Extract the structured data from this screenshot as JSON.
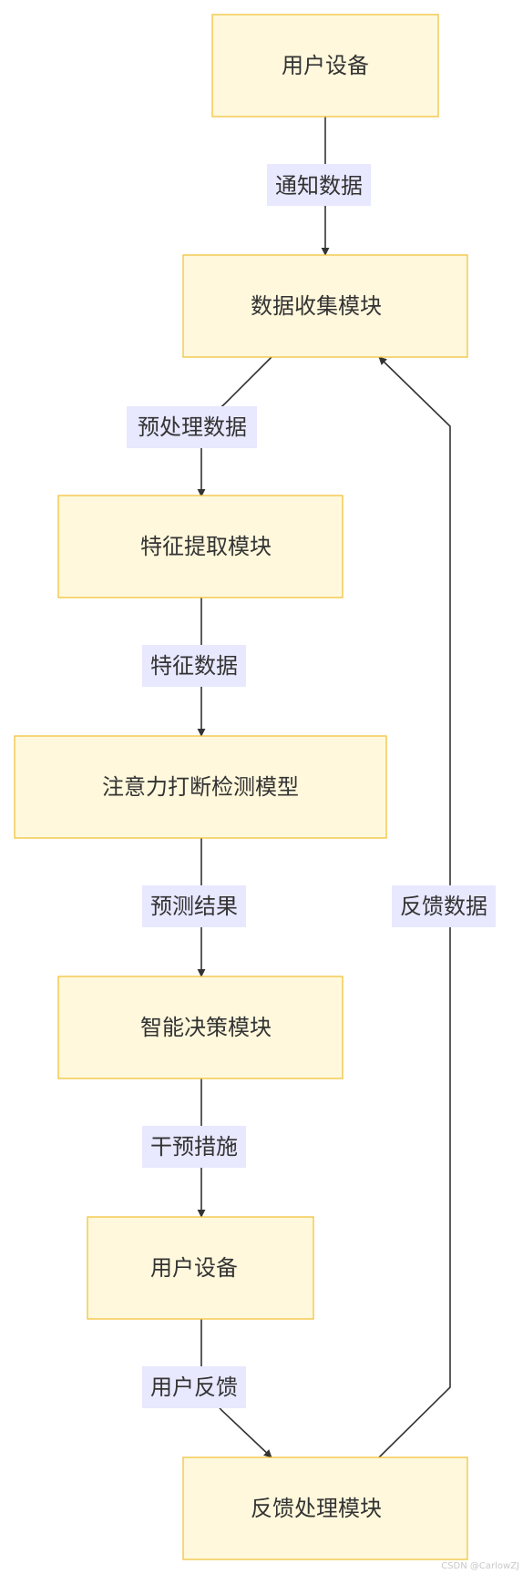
{
  "nodes": {
    "user_device_top": "用户设备",
    "data_collection": "数据收集模块",
    "feature_extraction": "特征提取模块",
    "attention_model": "注意力打断检测模型",
    "decision": "智能决策模块",
    "user_device_bottom": "用户设备",
    "feedback_processing": "反馈处理模块"
  },
  "edges": {
    "notify_data": "通知数据",
    "preprocess_data": "预处理数据",
    "feature_data": "特征数据",
    "prediction_result": "预测结果",
    "intervention": "干预措施",
    "user_feedback": "用户反馈",
    "feedback_data": "反馈数据"
  },
  "watermark": "CSDN @CarlowZJ",
  "colors": {
    "node_fill": "#fff8dc",
    "node_border": "#f2c43d",
    "edge_label_bg": "#e8e8ff",
    "line": "#333333"
  }
}
